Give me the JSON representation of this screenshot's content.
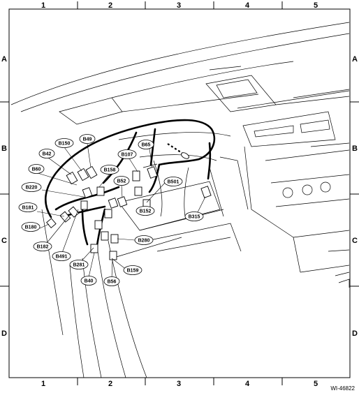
{
  "grid": {
    "columns": [
      "1",
      "2",
      "3",
      "4",
      "5"
    ],
    "rows": [
      "A",
      "B",
      "C",
      "D"
    ]
  },
  "figure_id": "WI-46822",
  "callouts": {
    "B150": "B150",
    "B49": "B49",
    "B42": "B42",
    "B107": "B107",
    "B65": "B65",
    "B60": "B60",
    "B158": "B158",
    "B52": "B52",
    "B501": "B501",
    "B220": "B220",
    "B181": "B181",
    "B152": "B152",
    "B315": "B315",
    "B180": "B180",
    "B280": "B280",
    "B182": "B182",
    "B491": "B491",
    "B281": "B281",
    "B159": "B159",
    "B40": "B40",
    "B56": "B56"
  }
}
